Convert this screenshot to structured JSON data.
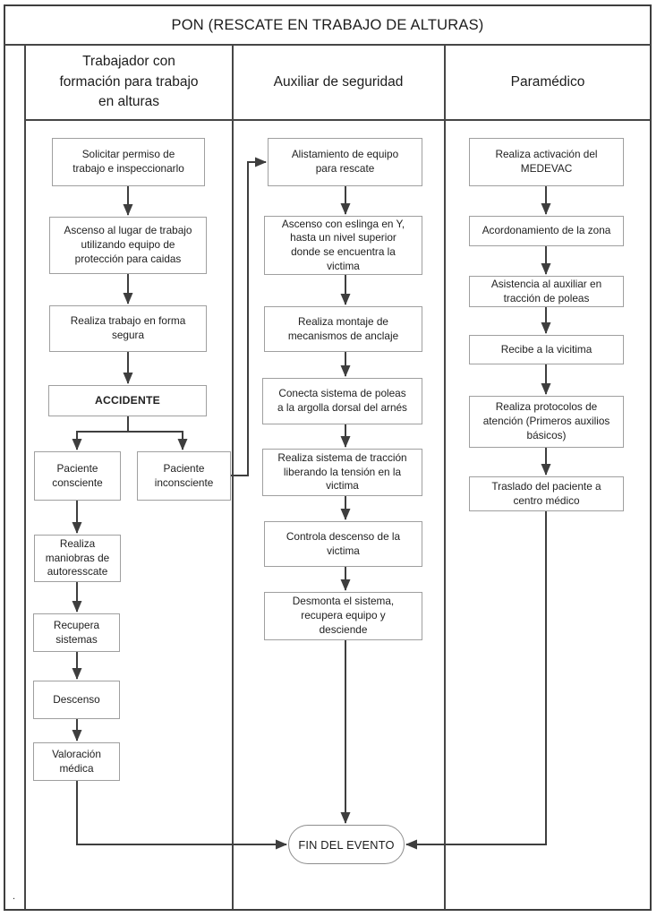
{
  "title": "PON (RESCATE EN TRABAJO DE ALTURAS)",
  "colors": {
    "line": "#3e3e3e",
    "box_border": "#9f9f9f",
    "text": "#212121"
  },
  "lanes": [
    {
      "header": "Trabajador con\nformación para trabajo\nen alturas",
      "steps": [
        "Solicitar permiso de\ntrabajo e inspeccionarlo",
        "Ascenso al lugar de trabajo\nutilizando equipo de\nprotección para caidas",
        "Realiza trabajo en forma\nsegura",
        "ACCIDENTE",
        "Paciente\nconsciente",
        "Paciente\ninconsciente",
        "Realiza\nmaniobras de\nautoresscate",
        "Recupera\nsistemas",
        "Descenso",
        "Valoración\nmédica"
      ]
    },
    {
      "header": "Auxiliar de seguridad",
      "steps": [
        "Alistamiento de equipo\npara rescate",
        "Ascenso con eslinga en Y,\nhasta un nivel superior\ndonde se encuentra la\nvictima",
        "Realiza montaje de\nmecanismos de anclaje",
        "Conecta sistema de poleas\na la argolla dorsal del arnés",
        "Realiza sistema de tracción\nliberando la tensión en la\nvictima",
        "Controla descenso de la\nvictima",
        "Desmonta el sistema,\nrecupera equipo y\ndesciende"
      ]
    },
    {
      "header": "Paramédico",
      "steps": [
        "Realiza activación del\nMEDEVAC",
        "Acordonamiento de la zona",
        "Asistencia al auxiliar en\ntracción de poleas",
        "Recibe a la vicitima",
        "Realiza protocolos de\natención (Primeros auxilios\nbásicos)",
        "Traslado del paciente a\ncentro médico"
      ]
    }
  ],
  "end_node": {
    "label": "FIN DEL EVENTO"
  },
  "footnote": "."
}
